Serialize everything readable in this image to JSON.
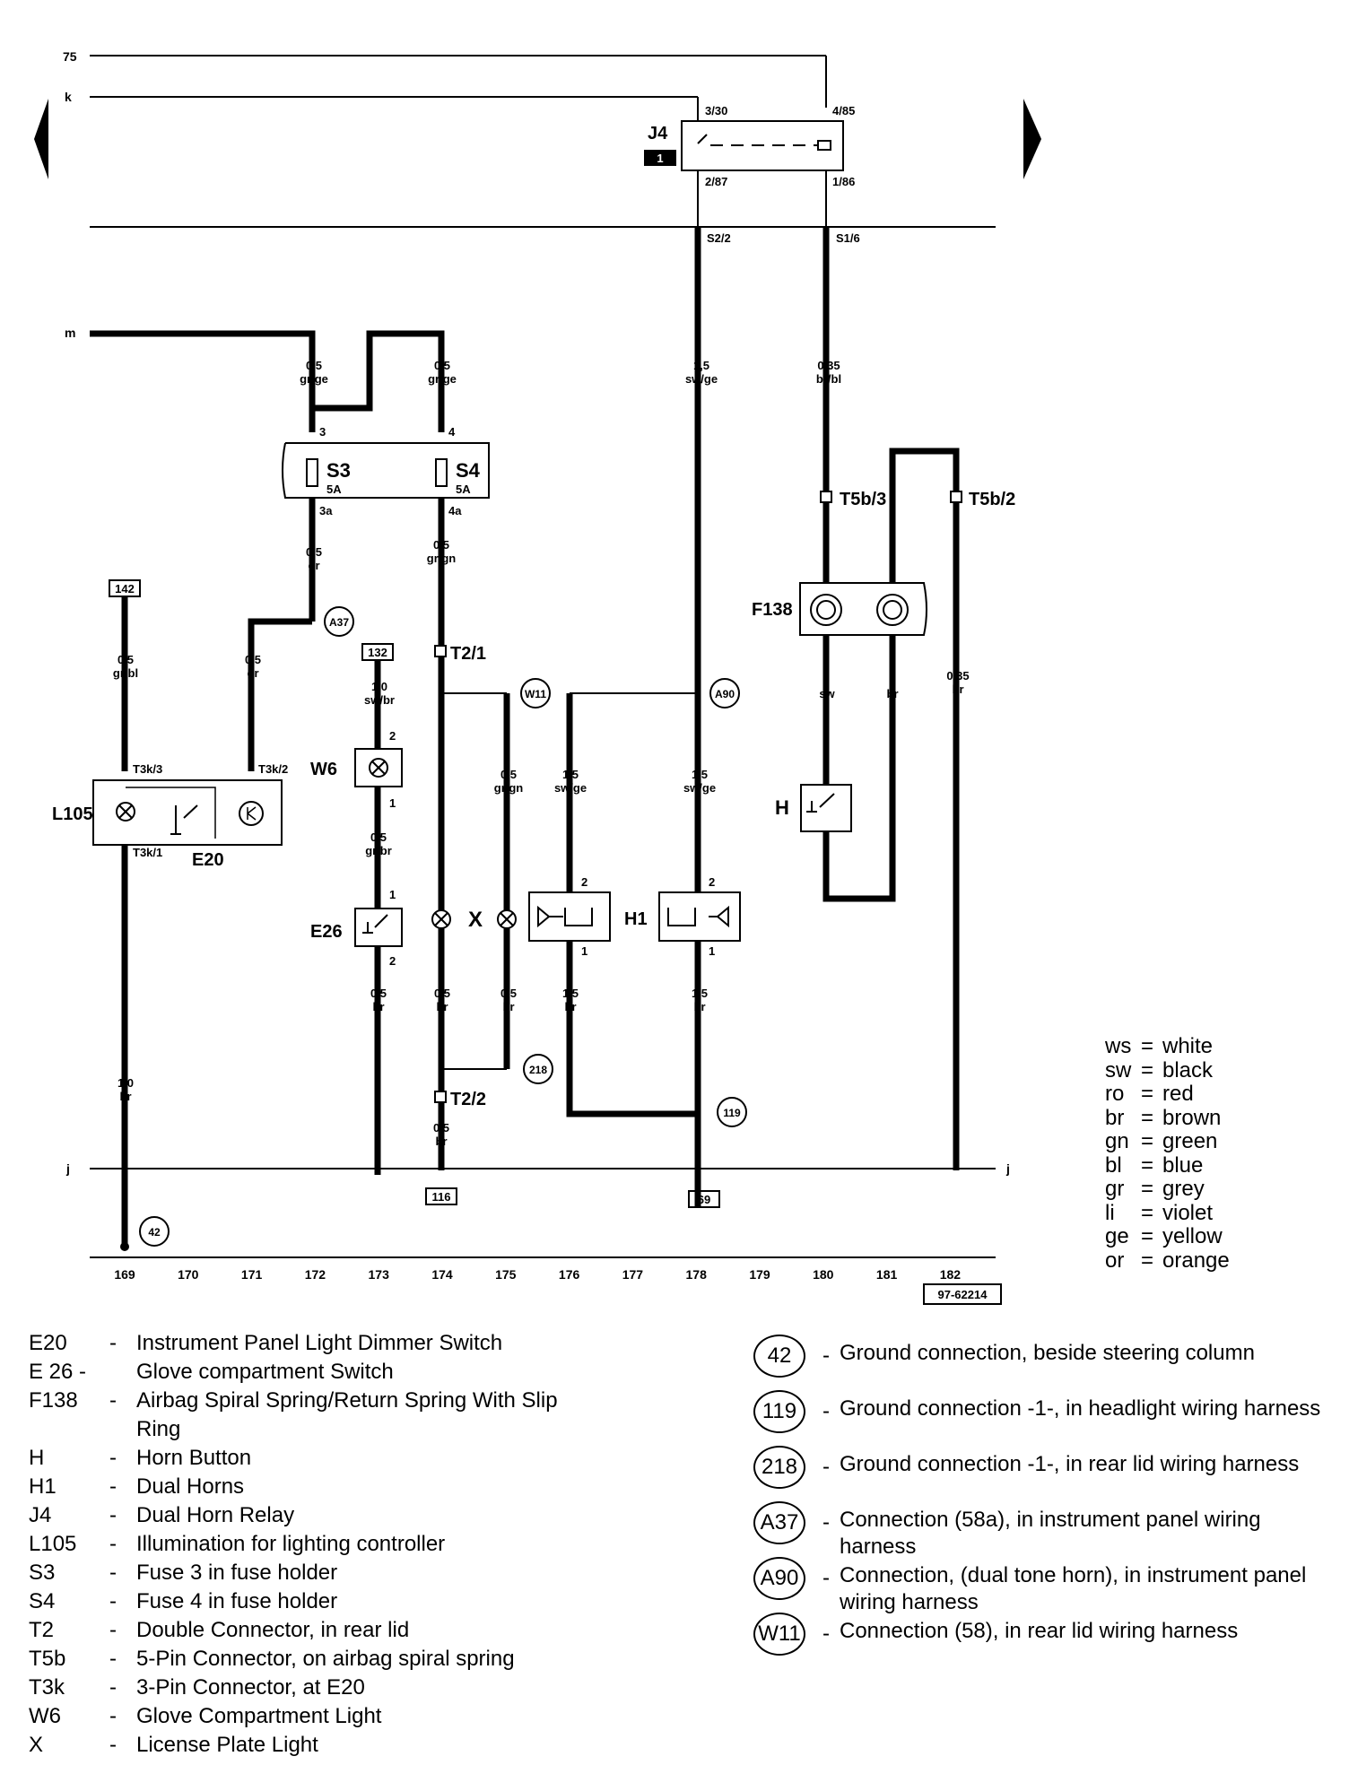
{
  "terminals": {
    "t75": "75",
    "k": "k",
    "m": "m",
    "j_left": "j",
    "j_right": "j"
  },
  "relay": {
    "name": "J4",
    "badge": "1",
    "pin_in1": "3/30",
    "pin_in2": "4/85",
    "pin_out1": "2/87",
    "pin_out2": "1/86"
  },
  "connectors": {
    "s2": "S2/2",
    "s1": "S1/6"
  },
  "wires": {
    "w1": {
      "gauge": "0,5",
      "color": "gr/ge"
    },
    "w2": {
      "gauge": "0,5",
      "color": "gr/ge"
    },
    "w3": {
      "gauge": "1,5",
      "color": "sw/ge"
    },
    "w4": {
      "gauge": "0,35",
      "color": "br/bl"
    },
    "w5": {
      "gauge": "0,5",
      "color": "gr"
    },
    "w6": {
      "gauge": "0,5",
      "color": "gr/gn"
    },
    "w7": {
      "gauge": "0,5",
      "color": "gr/bl"
    },
    "w8": {
      "gauge": "0,5",
      "color": "gr"
    },
    "w9": {
      "gauge": "1,0",
      "color": "sw/br"
    },
    "w10": {
      "gauge": "0,5",
      "color": "gr/br"
    },
    "w11": {
      "gauge": "0,5",
      "color": "gr/gn"
    },
    "w12": {
      "gauge": "1,5",
      "color": "sw/ge"
    },
    "w13": {
      "gauge": "1,5",
      "color": "sw/ge"
    },
    "w14": {
      "gauge": "0,35",
      "color": "br"
    },
    "w15": {
      "gauge": "0,5",
      "color": "br"
    },
    "w16": {
      "gauge": "0,5",
      "color": "br"
    },
    "w17": {
      "gauge": "0,5",
      "color": "br"
    },
    "w18": {
      "gauge": "1,5",
      "color": "br"
    },
    "w19": {
      "gauge": "1,5",
      "color": "br"
    },
    "w20": {
      "gauge": "1,0",
      "color": "br"
    },
    "w21": {
      "gauge": "0,5",
      "color": "br"
    },
    "w22": {
      "color": "sw"
    },
    "w23": {
      "color": "br"
    }
  },
  "fuses": {
    "s3": "S3",
    "s3_rating": "5A",
    "s4": "S4",
    "s4_rating": "5A",
    "s3_in": "3",
    "s4_in": "4",
    "s3_out": "3a",
    "s4_out": "4a"
  },
  "pins": {
    "t5b3": "T5b/3",
    "t5b2": "T5b/2",
    "t21": "T2/1",
    "t22": "T2/2",
    "t3k3": "T3k/3",
    "t3k2": "T3k/2",
    "t3k1": "T3k/1",
    "p1": "1",
    "p2": "2"
  },
  "components": {
    "f138": "F138",
    "h": "H",
    "h1": "H1",
    "w6": "W6",
    "l105": "L105",
    "e20": "E20",
    "e26": "E26",
    "x": "X"
  },
  "refs": {
    "r142": "142",
    "r132": "132",
    "r116": "116",
    "r69": "69"
  },
  "nodes": {
    "a37": "A37",
    "w11": "W11",
    "a90": "A90",
    "n218": "218",
    "n119": "119",
    "n42": "42"
  },
  "tracks": [
    "169",
    "170",
    "171",
    "172",
    "173",
    "174",
    "175",
    "176",
    "177",
    "178",
    "179",
    "180",
    "181",
    "182"
  ],
  "doc_id": "97-62214",
  "color_codes": [
    {
      "code": "ws",
      "name": "white"
    },
    {
      "code": "sw",
      "name": "black"
    },
    {
      "code": "ro",
      "name": "red"
    },
    {
      "code": "br",
      "name": "brown"
    },
    {
      "code": "gn",
      "name": "green"
    },
    {
      "code": "bl",
      "name": "blue"
    },
    {
      "code": "gr",
      "name": "grey"
    },
    {
      "code": "li",
      "name": "violet"
    },
    {
      "code": "ge",
      "name": "yellow"
    },
    {
      "code": "or",
      "name": "orange"
    }
  ],
  "legend": [
    {
      "code": "E20",
      "desc": "Instrument Panel Light Dimmer Switch"
    },
    {
      "code": "E 26 -",
      "desc": "Glove compartment Switch"
    },
    {
      "code": "F138",
      "desc": "Airbag Spiral Spring/Return Spring With Slip Ring"
    },
    {
      "code": "H",
      "desc": "Horn Button"
    },
    {
      "code": "H1",
      "desc": "Dual Horns"
    },
    {
      "code": "J4",
      "desc": "Dual Horn Relay"
    },
    {
      "code": "L105",
      "desc": "Illumination for lighting controller"
    },
    {
      "code": "S3",
      "desc": "Fuse 3 in fuse holder"
    },
    {
      "code": "S4",
      "desc": "Fuse 4 in fuse holder"
    },
    {
      "code": "T2",
      "desc": "Double Connector, in rear lid"
    },
    {
      "code": "T5b",
      "desc": "5-Pin Connector, on airbag spiral spring"
    },
    {
      "code": "T3k",
      "desc": "3-Pin Connector, at E20"
    },
    {
      "code": "W6",
      "desc": "Glove Compartment Light"
    },
    {
      "code": "X",
      "desc": "License Plate Light"
    }
  ],
  "grounds": [
    {
      "id": "42",
      "desc": "Ground connection, beside steering column"
    },
    {
      "id": "119",
      "desc": "Ground connection -1-, in headlight wiring harness"
    },
    {
      "id": "218",
      "desc": "Ground connection -1-, in rear lid wiring harness"
    },
    {
      "id": "A37",
      "desc": "Connection (58a), in instrument panel wiring harness"
    },
    {
      "id": "A90",
      "desc": "Connection, (dual tone horn), in instrument panel wiring harness"
    },
    {
      "id": "W11",
      "desc": "Connection (58), in rear lid wiring harness"
    }
  ]
}
